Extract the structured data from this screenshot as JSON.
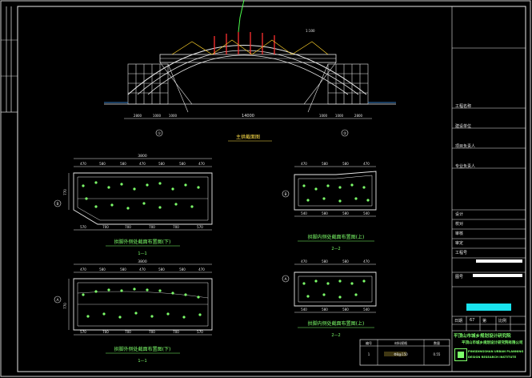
{
  "drawing": {
    "arch_caption": "主拱截面图",
    "section_captions": [
      "拱脚外侧处截面布置图(下)",
      "拱脚内侧处截面布置图(上)",
      "拱脚外侧处截面布置图(下)",
      "拱脚内侧处截面布置图(上)"
    ],
    "section_marks": [
      "1—1",
      "2—2",
      "1—1",
      "2—2"
    ],
    "dims": {
      "arch_span": "14000",
      "arch_left": [
        "2800",
        "1000",
        "1000"
      ],
      "arch_right": [
        "2800",
        "1000",
        "1000"
      ],
      "sec_a_total": "3800",
      "sec_a_top": [
        "470",
        "580",
        "580",
        "470",
        "580",
        "580",
        "470"
      ],
      "sec_a_bottom": [
        "570",
        "700",
        "700",
        "700",
        "700",
        "570"
      ],
      "sec_b_top": [
        "470",
        "580",
        "580",
        "470"
      ],
      "sec_b_bottom": [
        "540",
        "580",
        "580",
        "540"
      ],
      "sec_height": "770",
      "axis_labels": [
        "①",
        "②",
        "A",
        "B"
      ]
    }
  },
  "title_block": {
    "project_title": "平顶山市城乡规划设计研究院",
    "project_sub": "平顶山市城乡规划设计研究院有限公司",
    "company_en_1": "PINGDINGSHAN URBAN PLANNING",
    "company_en_2": "DESIGN RESEARCH INSTITUTE",
    "rows": [
      "工程名称",
      "建设单位",
      "项目负责人",
      "专业负责人",
      "设计",
      "校对",
      "审核",
      "审定",
      "工程号",
      "图号",
      "日期"
    ],
    "sheet_no": "67",
    "scale_label": "比例",
    "page_label": "第",
    "note": "1",
    "note_val": "0.55"
  },
  "table": {
    "headers": [
      "编号",
      "材料规格",
      "数量"
    ],
    "row": [
      "1",
      "Φ8@150",
      "0.55"
    ]
  }
}
